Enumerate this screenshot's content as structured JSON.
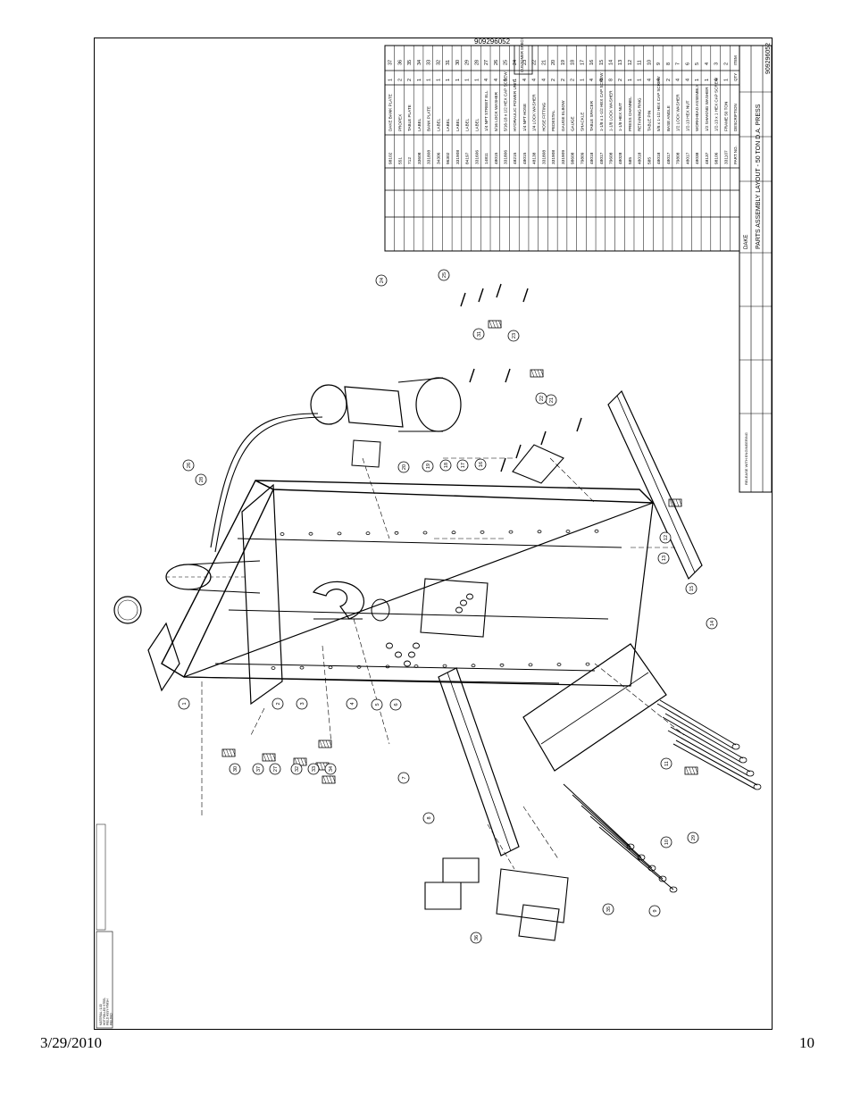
{
  "footer": {
    "date": "3/29/2010",
    "page": "10"
  },
  "sheet": {
    "drawing_number": "909296052",
    "company": "DAKE",
    "title_line": "PARTS ASSEMBLY LAYOUT - 50 TON D.A. PRESS",
    "note_text": "CUSTOMER SPECIFIC OPTIONS RELEASED AS 3 ZIA",
    "notes": [
      "MATERIAL: 1.00",
      "HOT ROLLED STEEL",
      "WELD ASSY FINISH",
      "WELDED"
    ],
    "revision_note": "RELEASE WITH ENGINEERING",
    "parts_headers": [
      "ITEM",
      "QTY",
      "DESCRIPTION",
      "PART NO."
    ],
    "parts": [
      {
        "item": "37",
        "qty": "1",
        "desc": "DAKE BANK PLATE",
        "part": "98102"
      },
      {
        "item": "36",
        "qty": "2",
        "desc": "PROPEX",
        "part": "551"
      },
      {
        "item": "35",
        "qty": "2",
        "desc": "TABLE PLATE",
        "part": "712"
      },
      {
        "item": "34",
        "qty": "1",
        "desc": "LABEL",
        "part": "33608"
      },
      {
        "item": "33",
        "qty": "1",
        "desc": "BANK PLATE",
        "part": "331808"
      },
      {
        "item": "32",
        "qty": "1",
        "desc": "LABEL",
        "part": "34306"
      },
      {
        "item": "31",
        "qty": "1",
        "desc": "LABEL",
        "part": "96302"
      },
      {
        "item": "30",
        "qty": "1",
        "desc": "LABEL",
        "part": "331908"
      },
      {
        "item": "29",
        "qty": "1",
        "desc": "LABEL",
        "part": "84197"
      },
      {
        "item": "28",
        "qty": "1",
        "desc": "LABEL",
        "part": "331606"
      },
      {
        "item": "27",
        "qty": "4",
        "desc": "1/4 NPT STREET ELL",
        "part": "14811"
      },
      {
        "item": "26",
        "qty": "4",
        "desc": "5/16 LOCK WASHER",
        "part": "48015"
      },
      {
        "item": "25",
        "qty": "1",
        "desc": "5/16-18 x 1/2 HEX CAP SCREW",
        "part": "331806"
      },
      {
        "item": "24",
        "qty": "1",
        "desc": "HYDRAULIC POWER UNIT",
        "part": "48215"
      },
      {
        "item": "23",
        "qty": "4",
        "desc": "1/4 NPT HOSE",
        "part": "48015"
      },
      {
        "item": "22",
        "qty": "4",
        "desc": "1/4 LOCK WASHER",
        "part": "48138"
      },
      {
        "item": "21",
        "qty": "4",
        "desc": "HOSE FITTING",
        "part": "331808"
      },
      {
        "item": "20",
        "qty": "2",
        "desc": "PEDESTAL",
        "part": "331908"
      },
      {
        "item": "19",
        "qty": "2",
        "desc": "GAUGE ELBOW",
        "part": "331909"
      },
      {
        "item": "18",
        "qty": "2",
        "desc": "GAUGE",
        "part": "98608"
      },
      {
        "item": "17",
        "qty": "1",
        "desc": "SHACKLE",
        "part": "79809"
      },
      {
        "item": "16",
        "qty": "4",
        "desc": "TABLE SPACER",
        "part": "48018"
      },
      {
        "item": "15",
        "qty": "8",
        "desc": "1-1/8 x 1-1/2 HEX CAP SCREW",
        "part": "48017"
      },
      {
        "item": "14",
        "qty": "8",
        "desc": "1-1/8 LOCK WASHER",
        "part": "79608"
      },
      {
        "item": "13",
        "qty": "2",
        "desc": "1-1/8 HEX NUT",
        "part": "48028"
      },
      {
        "item": "12",
        "qty": "1",
        "desc": "PRESS CHANNEL",
        "part": "585"
      },
      {
        "item": "11",
        "qty": "1",
        "desc": "RETAINING RING",
        "part": "48018"
      },
      {
        "item": "10",
        "qty": "4",
        "desc": "TABLE PIN",
        "part": "585"
      },
      {
        "item": "9",
        "qty": "4",
        "desc": "5/8 x 1-1/2 HEX CAP SCREW",
        "part": "48018"
      },
      {
        "item": "8",
        "qty": "2",
        "desc": "BASE ANGLE",
        "part": "48017"
      },
      {
        "item": "7",
        "qty": "4",
        "desc": "1/2 LOCK WASHER",
        "part": "79808"
      },
      {
        "item": "6",
        "qty": "4",
        "desc": "1/2-13 HEX NUT",
        "part": "48017"
      },
      {
        "item": "5",
        "qty": "1",
        "desc": "WORKHEAD ASSEMBLY",
        "part": "48038"
      },
      {
        "item": "4",
        "qty": "1",
        "desc": "1/2 SHAKING WASHER",
        "part": "48137"
      },
      {
        "item": "3",
        "qty": "4",
        "desc": "1/2-13 x 1 HEX CAP SCREW",
        "part": "98106"
      },
      {
        "item": "2",
        "qty": "1",
        "desc": "FRAME 50 TON",
        "part": "331107"
      }
    ],
    "balloons": [
      {
        "n": "1"
      },
      {
        "n": "2"
      },
      {
        "n": "3"
      },
      {
        "n": "4"
      },
      {
        "n": "5"
      },
      {
        "n": "6"
      },
      {
        "n": "7"
      },
      {
        "n": "8"
      },
      {
        "n": "9"
      },
      {
        "n": "10"
      },
      {
        "n": "11"
      },
      {
        "n": "12"
      },
      {
        "n": "13"
      },
      {
        "n": "14"
      },
      {
        "n": "15"
      },
      {
        "n": "16"
      },
      {
        "n": "17"
      },
      {
        "n": "18"
      },
      {
        "n": "19"
      },
      {
        "n": "20"
      },
      {
        "n": "21"
      },
      {
        "n": "22"
      },
      {
        "n": "23"
      },
      {
        "n": "24"
      },
      {
        "n": "25"
      },
      {
        "n": "26"
      },
      {
        "n": "27"
      },
      {
        "n": "28"
      },
      {
        "n": "29"
      },
      {
        "n": "30"
      },
      {
        "n": "31"
      },
      {
        "n": "32"
      },
      {
        "n": "33"
      },
      {
        "n": "34"
      },
      {
        "n": "35"
      },
      {
        "n": "36"
      },
      {
        "n": "37"
      }
    ]
  }
}
